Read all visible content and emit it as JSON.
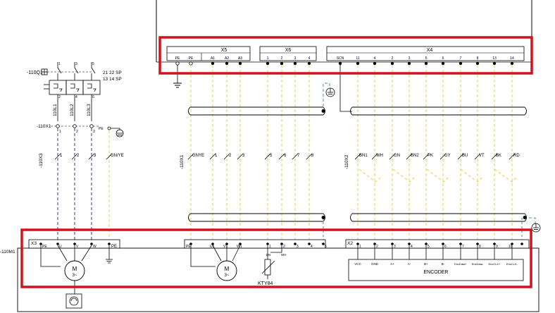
{
  "colors": {
    "highlight": "#d0141c",
    "yellow_wire": "#e3cf52",
    "blue_wire": "#2f3e9e",
    "teal_wire": "#3c9a96",
    "grey_wire": "#7b7b7b"
  },
  "top_terminals": {
    "x5": {
      "header": "X5",
      "pins": [
        "PE",
        "PE",
        "A1",
        "A2",
        "A3"
      ]
    },
    "x6": {
      "header": "X6",
      "pins": [
        "1",
        "2",
        "3",
        "4"
      ]
    },
    "x4": {
      "header": "X4",
      "pins": [
        "SCN",
        "11",
        "4",
        "2",
        "3",
        "5",
        "6",
        "7",
        "8",
        "13",
        "14"
      ]
    }
  },
  "breaker": {
    "device_label": "-110Q1",
    "top_pins": [
      "1",
      "3",
      "5"
    ],
    "bottom_pins": [
      "2",
      "4",
      "6"
    ],
    "aux_lines": [
      "21 22 SP",
      "13 14 SP"
    ],
    "wire_labels": [
      "110L1",
      "110L2",
      "110L3"
    ]
  },
  "terminal_110x1": {
    "label": "-110X1",
    "pins": [
      "1",
      "2",
      "3"
    ],
    "pe": "PE"
  },
  "cable_110x3": {
    "label": "-110X3",
    "cores": [
      "1",
      "2",
      "3",
      "GN/YE"
    ]
  },
  "cable_110x1": {
    "label": "-110X1",
    "cores": [
      "GNYE",
      "1",
      "2",
      "3",
      "5",
      "6",
      "7",
      "8"
    ]
  },
  "cable_110x2": {
    "label": "-110X2",
    "cores": [
      "BN1",
      "WH",
      "GN",
      "BN2",
      "PK",
      "GY",
      "BU",
      "VT",
      "BK",
      "RD"
    ]
  },
  "motor": {
    "device_label": "-110M1",
    "x3_label": "X3",
    "x3_pins": [
      "PE",
      "U",
      "V",
      "W"
    ],
    "x3_pe": "PE",
    "motor1_text": "M",
    "motor1_sub": "3~",
    "x1_pins": [
      "PE",
      "U1",
      "V1",
      "W1"
    ],
    "therm_pins": [
      "1",
      "2",
      "3",
      "4",
      "5"
    ],
    "therm_sub": [
      "BN",
      "WH"
    ],
    "motor2_text": "M",
    "motor2_sub": "3~",
    "kty_label": "KTY84",
    "x2_label": "X2",
    "x2_pins": [
      "1",
      "2",
      "3",
      "4",
      "5",
      "6",
      "7",
      "8",
      "9",
      "10"
    ],
    "encoder_pins": [
      "VCC",
      "GND",
      "A+",
      "A-",
      "B+",
      "B-",
      "EncData+",
      "EncData-",
      "EncCLK+",
      "EncCLK-"
    ],
    "encoder_label": "ENCODER"
  }
}
